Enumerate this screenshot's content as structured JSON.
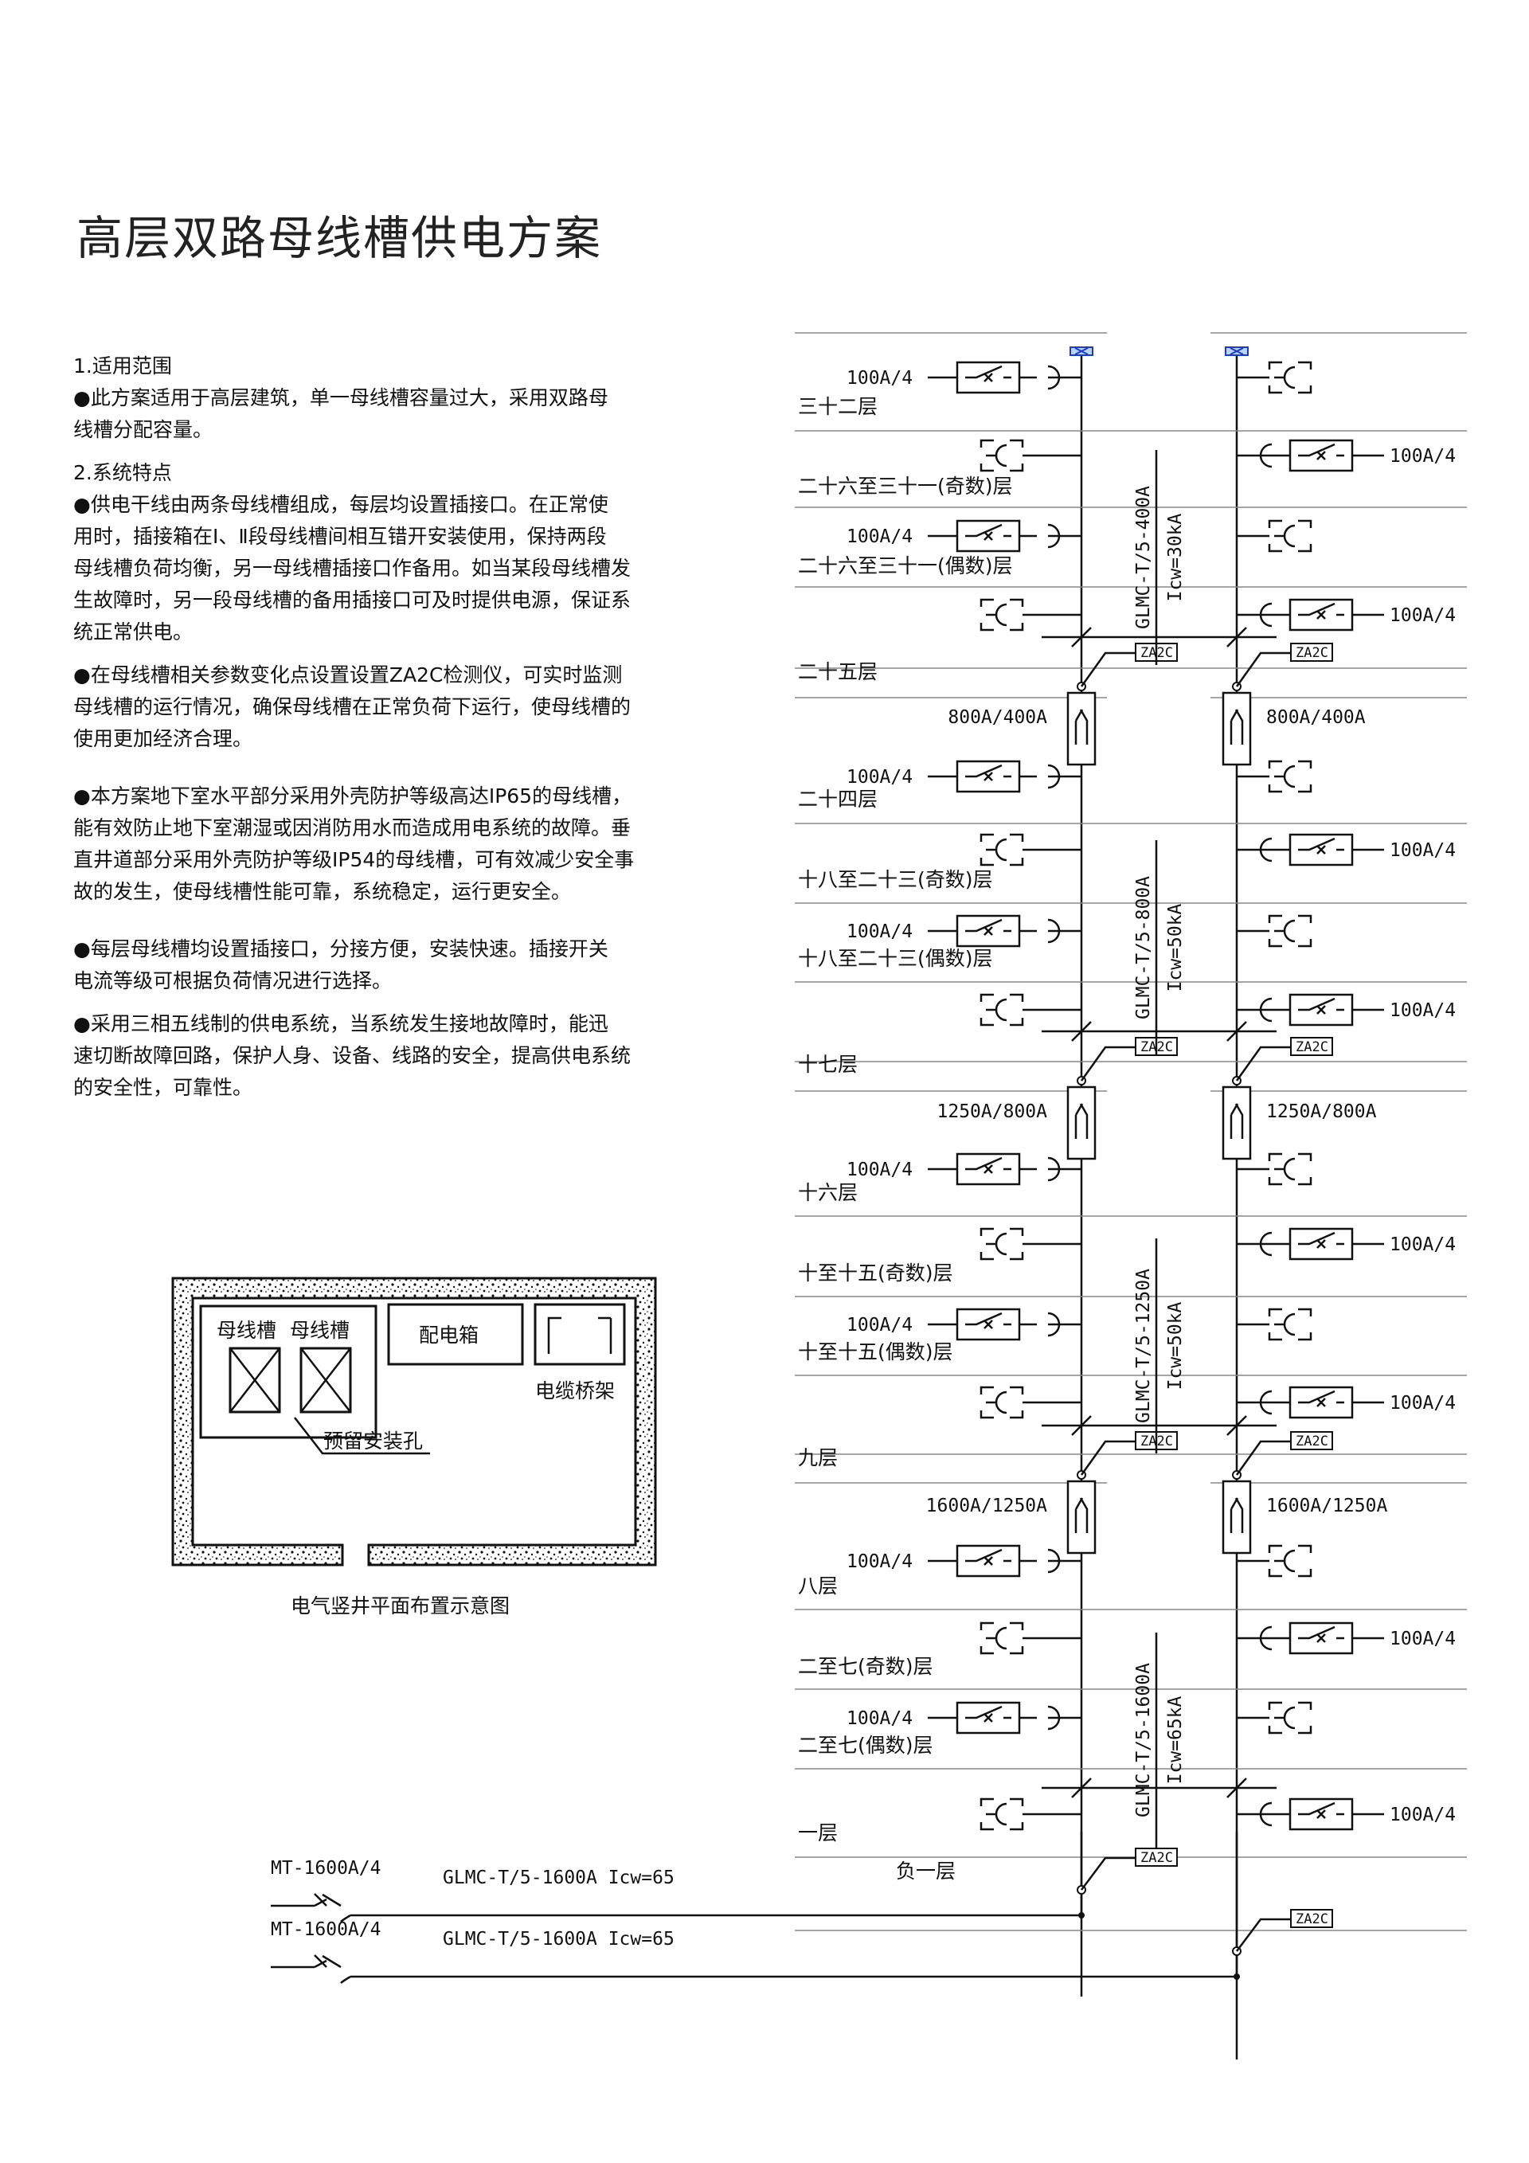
{
  "title": "高层双路母线槽供电方案",
  "notes": {
    "s1_head": "1.适用范围",
    "s1_p1": "●此方案适用于高层建筑，单一母线槽容量过大，采用双路母\n线槽分配容量。",
    "s2_head": "2.系统特点",
    "s2_p1": "●供电干线由两条母线槽组成，每层均设置插接口。在正常使\n用时，插接箱在Ⅰ、Ⅱ段母线槽间相互错开安装使用，保持两段\n母线槽负荷均衡，另一母线槽插接口作备用。如当某段母线槽发\n生故障时，另一段母线槽的备用插接口可及时提供电源，保证系\n统正常供电。",
    "s2_p2": "●在母线槽相关参数变化点设置设置ZA2C检测仪，可实时监测\n母线槽的运行情况，确保母线槽在正常负荷下运行，使母线槽的\n使用更加经济合理。",
    "s2_p3": "●本方案地下室水平部分采用外壳防护等级高达IP65的母线槽，\n能有效防止地下室潮湿或因消防用水而造成用电系统的故障。垂\n直井道部分采用外壳防护等级IP54的母线槽，可有效减少安全事\n故的发生，使母线槽性能可靠，系统稳定，运行更安全。",
    "s2_p4": "●每层母线槽均设置插接口，分接方便，安装快速。插接开关\n电流等级可根据负荷情况进行选择。",
    "s2_p5": "●采用三相五线制的供电系统，当系统发生接地故障时，能迅\n速切断故障回路，保护人身、设备、线路的安全，提高供电系统\n的安全性，可靠性。"
  },
  "floorplan": {
    "busway_1": "母线槽",
    "busway_2": "母线槽",
    "panel": "配电箱",
    "tray": "电缆桥架",
    "hole": "预留安装孔",
    "caption": "电气竖井平面布置示意图"
  },
  "riser": {
    "floors": [
      "三十二层",
      "二十六至三十一(奇数)层",
      "二十六至三十一(偶数)层",
      "二十五层",
      "二十四层",
      "十八至二十三(奇数)层",
      "十八至二十三(偶数)层",
      "十七层",
      "十六层",
      "十至十五(奇数)层",
      "十至十五(偶数)层",
      "九层",
      "八层",
      "二至七(奇数)层",
      "二至七(偶数)层",
      "一层"
    ],
    "basement": "负一层",
    "tap_rating": "100A/4",
    "transitions": [
      {
        "rating": "800A/400A"
      },
      {
        "rating": "1250A/800A"
      },
      {
        "rating": "1600A/1250A"
      }
    ],
    "segments": [
      {
        "model": "GLMC-T/5-400A",
        "icw": "Icw=30kA"
      },
      {
        "model": "GLMC-T/5-800A",
        "icw": "Icw=50kA"
      },
      {
        "model": "GLMC-T/5-1250A",
        "icw": "Icw=50kA"
      },
      {
        "model": "GLMC-T/5-1600A",
        "icw": "Icw=65kA"
      }
    ],
    "monitor": "ZA2C",
    "feeders": [
      {
        "breaker": "MT-1600A/4",
        "cable": "GLMC-T/5-1600A Icw=65"
      },
      {
        "breaker": "MT-1600A/4",
        "cable": "GLMC-T/5-1600A Icw=65"
      }
    ]
  }
}
